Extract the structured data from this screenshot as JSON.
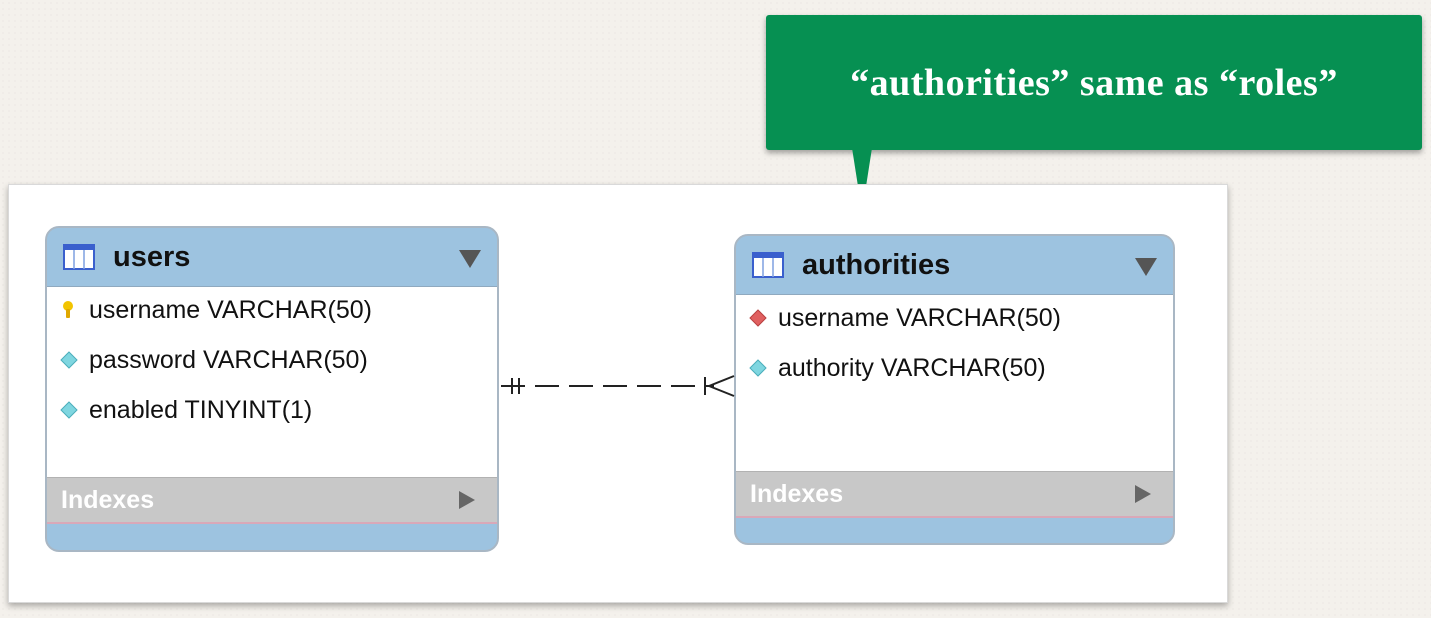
{
  "callout": {
    "text": "“authorities” same as “roles”"
  },
  "tables": [
    {
      "name": "users",
      "columns": [
        {
          "label": "username VARCHAR(50)",
          "icon": "primary-key-icon"
        },
        {
          "label": "password VARCHAR(50)",
          "icon": "column-diamond-icon"
        },
        {
          "label": "enabled TINYINT(1)",
          "icon": "column-diamond-icon"
        }
      ],
      "indexes_label": "Indexes"
    },
    {
      "name": "authorities",
      "columns": [
        {
          "label": "username VARCHAR(50)",
          "icon": "foreign-key-icon"
        },
        {
          "label": "authority VARCHAR(50)",
          "icon": "column-diamond-icon"
        }
      ],
      "indexes_label": "Indexes"
    }
  ],
  "relationship": {
    "from": "users",
    "to": "authorities",
    "from_cardinality": "one-and-only-one",
    "to_cardinality": "one-or-many",
    "style": "dashed"
  },
  "colors": {
    "callout": "#069052",
    "header": "#9dc3e0",
    "index_bar": "#c8c8c8",
    "key": "#f2c400",
    "foreign_key": "#e06060",
    "column": "#7fd6e0"
  }
}
